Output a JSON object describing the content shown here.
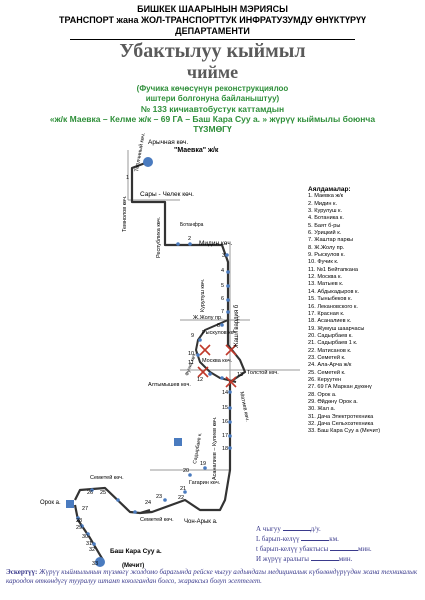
{
  "header": {
    "line1": "БИШКЕК ШААРЫНЫН МЭРИЯСЫ",
    "line2": "ТРАНСПОРТ жана ЖОЛ-ТРАНСПОРТТУК ИНФРАТУЗУМДУ ӨНҮКТҮРҮҮ",
    "line3": "ДЕПАРТАМЕНТИ"
  },
  "title": {
    "line1": "Убактылуу кыймыл",
    "line2": "чиймe"
  },
  "subtitle": {
    "line1": "(Фучика көчөсүнүн реконструкциялоо",
    "line2": "иштери болгонуна байланыштуу)",
    "line3": "№ 133 кичиавтобустук каттамдын",
    "line4": "«ж/к Маевка – Келме ж/к – 69 ГА – Баш Кара Суу а. » жүрүү кыймылы боюнча",
    "line5": "ТҮЗМӨГҮ"
  },
  "legend": {
    "title": "Аялдамалар:",
    "items": [
      "1. Маевка ж/к",
      "2. Мидин к.",
      "3. Курулуш к.",
      "4. Ботаника к.",
      "5. Баят б-ры",
      "6. Урицкий к.",
      "7. Жаштар паркы",
      "8. Ж.Жолу пр.",
      "9. Рыскулов к.",
      "10. Фучик к.",
      "11. №1 Бейтапкана",
      "12. Москва к.",
      "13. Матыев к.",
      "14. Абдыкадыров к.",
      "15. Тыныбеков к.",
      "16. Лекановского к.",
      "17. Красная к.",
      "18. Асаналиев к.",
      "19. Жумуш шаарчасы",
      "20. Садырбаев к.",
      "21. Садырбаев 1 к.",
      "22. Матисанов к.",
      "23. Семетей к.",
      "24. Ала-Арча ж/к",
      "25. Семетей к.",
      "26. Керуутен",
      "27. 69 ГА Маркан дүкөнү",
      "28. Орок а.",
      "29. Өйдөнү Орок а.",
      "30. Жал а.",
      "31. Дача Электротехника",
      "32. Дача Сельхозтехника",
      "33. Баш Кара Суу а (Мечит)"
    ]
  },
  "map": {
    "streets": {
      "arychnaya": "Арычная көч.",
      "tepl": "Теплчнный көч.",
      "maevka": "\"Маевка\" ж/к",
      "temenov": "Темнолов көч.",
      "saryChelek": "Сары - Челек көч.",
      "respublika": "Республика көч.",
      "midin": "Мидин көч.",
      "botanika": "Ботанфра",
      "jashGvardia": "Жаш Гвардия б",
      "kurulush": "Курулуш көч.",
      "jjolu": "Ж.Жолу пр.",
      "ryskulov": "Рыскулов көч.",
      "moskva": "Москва көч.",
      "fuchik": "Фучик көч.",
      "tolstoy": "Толстой көч.",
      "altymyshev": "Алтымышев көч.",
      "matiev": "Матиев көч.",
      "asanaliev": "Асаналиев – Кулиев көч.",
      "sadyrbaev": "Садырбаев к.",
      "tagarin": "Гагарин көч.",
      "semetey1": "Семетей көч.",
      "semetey2": "Семетей көч.",
      "chonaryk": "Чон-Арык а.",
      "orok": "Орок а.",
      "bashKaraSuu1": "Баш Кара Суу а.",
      "bashKaraSuu2": "(Мечит)"
    },
    "stops": [
      "1",
      "2",
      "3",
      "4",
      "5",
      "6",
      "7",
      "8",
      "9",
      "10",
      "11",
      "12",
      "13",
      "14",
      "15",
      "16",
      "17",
      "18",
      "19",
      "20",
      "21",
      "22",
      "23",
      "24",
      "25",
      "26",
      "27",
      "28",
      "29",
      "30",
      "31",
      "32",
      "33"
    ],
    "colors": {
      "route": "#333333",
      "stop": "#4a7bbf",
      "cross": "#c0392b",
      "street": "#9a9a9a"
    }
  },
  "info": {
    "line1a": "А чыгуу",
    "line1b": "д/у.",
    "line2a": "L барып-келүү",
    "line2b": "км.",
    "line3a": "t барып-келүү убактысы",
    "line3b": "мин.",
    "line4a": "И жүрүү аралыгы",
    "line4b": "мин."
  },
  "note": {
    "label": "Эскертүү:",
    "text": "Жүрүү кыймылынын түзмөгү жолдомо барагында рейске чыгуу алдындагы медициналык күбөлөндүрүүдөн жана техникалык кароодон өткөндүгү тууралуу штамп коюлгандан болсо, жараксыз болуп эсептелет."
  }
}
